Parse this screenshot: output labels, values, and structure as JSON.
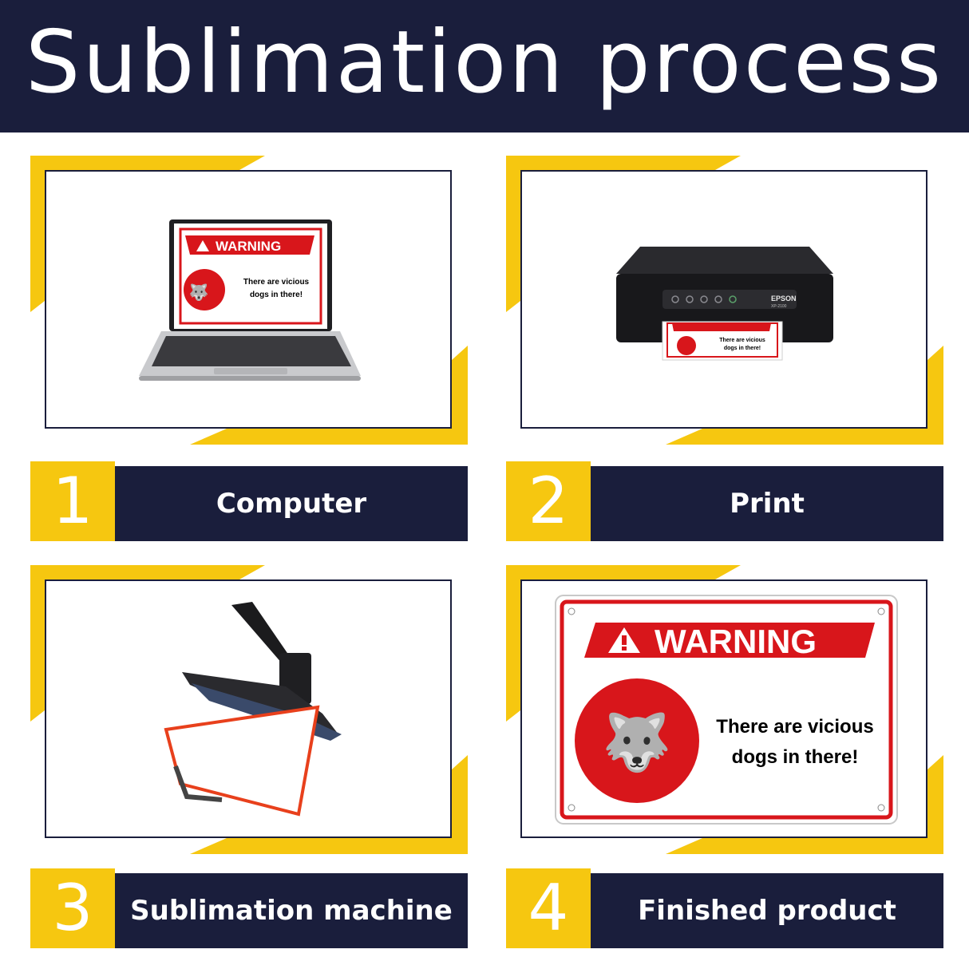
{
  "header": {
    "title": "Sublimation process"
  },
  "steps": [
    {
      "number": "1",
      "label": "Computer"
    },
    {
      "number": "2",
      "label": "Print"
    },
    {
      "number": "3",
      "label": "Sublimation machine"
    },
    {
      "number": "4",
      "label": "Finished product"
    }
  ],
  "sign": {
    "heading": "WARNING",
    "line1": "There are vicious",
    "line2": "dogs in there!"
  },
  "printer": {
    "brand": "EPSON",
    "model": "XP-2100"
  },
  "colors": {
    "navy": "#1a1e3c",
    "yellow": "#f6c710",
    "sign_red": "#d8161b"
  }
}
